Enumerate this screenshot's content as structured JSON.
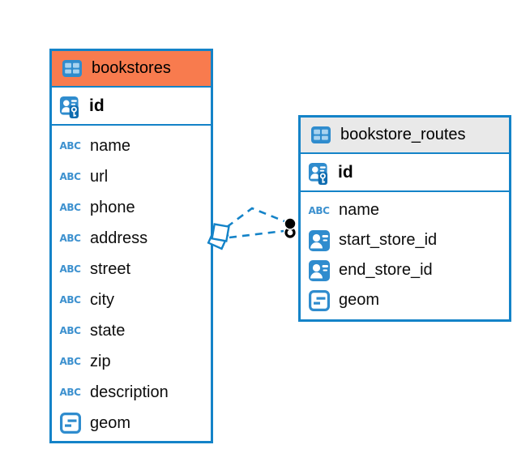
{
  "colors": {
    "primary_blue": "#1483C8",
    "icon_blue": "#2F8CCE",
    "icon_light_blue": "#A8D2EF",
    "key_patch_blue": "#0E6CB0",
    "abc_blue": "#3D91CF",
    "orange_header": "#F87B4E",
    "gray_header": "#E9E9E9",
    "connector_black": "#000000"
  },
  "tables": [
    {
      "title": "bookstores",
      "header_color": "#F87B4E",
      "header_icon": "table-icon",
      "primary_key": {
        "name": "id",
        "icon": "primary-key-icon"
      },
      "columns": [
        {
          "name": "name",
          "icon": "text-type-icon"
        },
        {
          "name": "url",
          "icon": "text-type-icon"
        },
        {
          "name": "phone",
          "icon": "text-type-icon"
        },
        {
          "name": "address",
          "icon": "text-type-icon"
        },
        {
          "name": "street",
          "icon": "text-type-icon"
        },
        {
          "name": "city",
          "icon": "text-type-icon"
        },
        {
          "name": "state",
          "icon": "text-type-icon"
        },
        {
          "name": "zip",
          "icon": "text-type-icon"
        },
        {
          "name": "description",
          "icon": "text-type-icon"
        },
        {
          "name": "geom",
          "icon": "geometry-type-icon"
        }
      ]
    },
    {
      "title": "bookstore_routes",
      "header_color": "#E9E9E9",
      "header_icon": "table-icon",
      "primary_key": {
        "name": "id",
        "icon": "primary-key-icon"
      },
      "columns": [
        {
          "name": "name",
          "icon": "text-type-icon"
        },
        {
          "name": "start_store_id",
          "icon": "foreign-key-icon"
        },
        {
          "name": "end_store_id",
          "icon": "foreign-key-icon"
        },
        {
          "name": "geom",
          "icon": "geometry-type-icon"
        }
      ]
    }
  ],
  "connector": {
    "line_style": "dashed",
    "line_count": 2,
    "color": "#1483C8",
    "left_end_symbol": "double-diamond",
    "right_end_symbol": "dot-and-ring"
  }
}
